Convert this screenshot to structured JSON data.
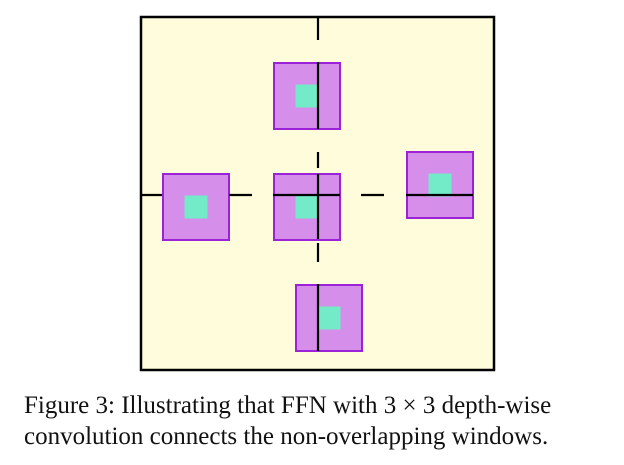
{
  "diagram": {
    "colors": {
      "background": "#fffcdc",
      "border": "#000000",
      "window_fill": "#d58ee9",
      "window_stroke": "#9b22d6",
      "center_fill": "#73eac8",
      "line": "#000000"
    },
    "windows": [
      {
        "name": "window-top",
        "col": 1,
        "row": 0
      },
      {
        "name": "window-left",
        "col": 0,
        "row": 1
      },
      {
        "name": "window-center",
        "col": 1,
        "row": 1
      },
      {
        "name": "window-right",
        "col": 2,
        "row": 1
      },
      {
        "name": "window-bottom",
        "col": 1,
        "row": 2
      }
    ]
  },
  "caption": {
    "line1_prefix": "Figure 3: ",
    "line1_rest": "Illustrating that FFN with 3 × 3 depth-wise",
    "line2": "convolution connects the non-overlapping windows."
  }
}
